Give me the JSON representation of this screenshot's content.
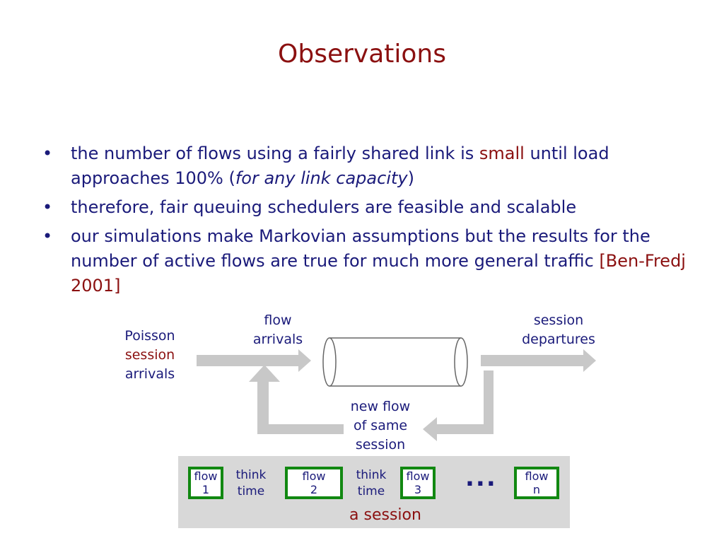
{
  "title": "Observations",
  "bullets": [
    {
      "a": "the number of flows using a fairly shared link is ",
      "b": "small",
      "c": " until load approaches 100% (",
      "d": "for any link capacity",
      "e": ")"
    },
    {
      "a": "therefore, fair queuing schedulers are feasible and scalable"
    },
    {
      "a": "our simulations make Markovian assumptions but the results for the number of active flows are true for much more general traffic ",
      "b": "[Ben-Fredj 2001]"
    }
  ],
  "bullet_char": "•",
  "diagram": {
    "poisson": {
      "line1": "Poisson",
      "line2": "session",
      "line3": "arrivals"
    },
    "flow_arrivals": {
      "line1": "flow",
      "line2": "arrivals"
    },
    "session_departures": {
      "line1": "session",
      "line2": "departures"
    },
    "new_flow": {
      "line1": "new flow",
      "line2": "of same",
      "line3": "session"
    }
  },
  "session": {
    "flows": [
      {
        "line1": "flow",
        "line2": "1"
      },
      {
        "line1": "flow",
        "line2": "2"
      },
      {
        "line1": "flow",
        "line2": "3"
      },
      {
        "line1": "flow",
        "line2": "n"
      }
    ],
    "think": [
      {
        "line1": "think",
        "line2": "time"
      },
      {
        "line1": "think",
        "line2": "time"
      }
    ],
    "ellipsis": "...",
    "label": "a session"
  },
  "colors": {
    "title": "#8b1010",
    "text": "#1a1a7a",
    "highlight": "#8b1010",
    "flow_border": "#118811",
    "arrow": "#c8c8c8"
  }
}
